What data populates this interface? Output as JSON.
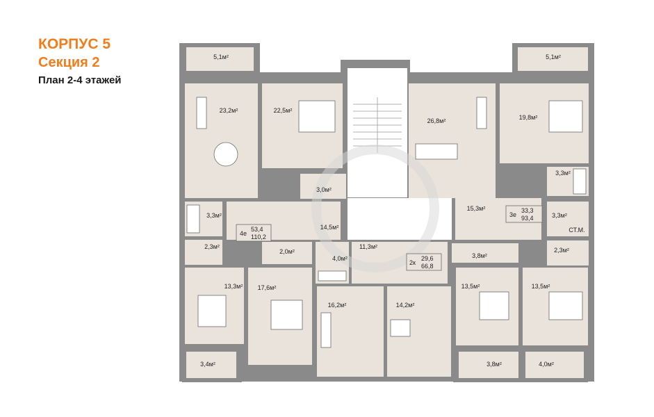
{
  "header": {
    "building": "КОРПУС 5",
    "section": "Секция 2",
    "plan": "План 2-4 этажей"
  },
  "rooms": {
    "balcony_tl": "5,1м²",
    "balcony_tr": "5,1м²",
    "living_a": "23,2м²",
    "bed_a": "22,5м²",
    "living_b": "26,8м²",
    "bed_b": "19,8м²",
    "bath_a": "3,3м²",
    "hall_a": "14,5м²",
    "wc_a": "2,3м²",
    "closet_a": "3,0м²",
    "storage_a": "2,0м²",
    "bath_b": "4,0м²",
    "hall_b": "11,3м²",
    "hall_c": "15,3м²",
    "bath_c": "3,3м²",
    "bath_d": "3,3м²",
    "wc_b": "2,3м²",
    "corridor_b": "3,8м²",
    "bed_c": "13,3м²",
    "bed_d": "17,6м²",
    "living_c": "16,2м²",
    "kitchen_c": "14,2м²",
    "bed_e": "13,5м²",
    "bed_f": "13,5м²",
    "balcony_bl": "3,4м²",
    "balcony_bm": "3,8м²",
    "balcony_br": "4,0м²",
    "stm": "СТ.М."
  },
  "apartments": [
    {
      "type": "4е",
      "living": "53,4",
      "total": "110,2"
    },
    {
      "type": "3е",
      "living": "33,3",
      "total": "93,4"
    },
    {
      "type": "2к",
      "living": "29,6",
      "total": "66,8"
    }
  ],
  "colors": {
    "accent": "#f07d1c",
    "room": "#e9e3db",
    "wall": "#8a8a8a"
  }
}
